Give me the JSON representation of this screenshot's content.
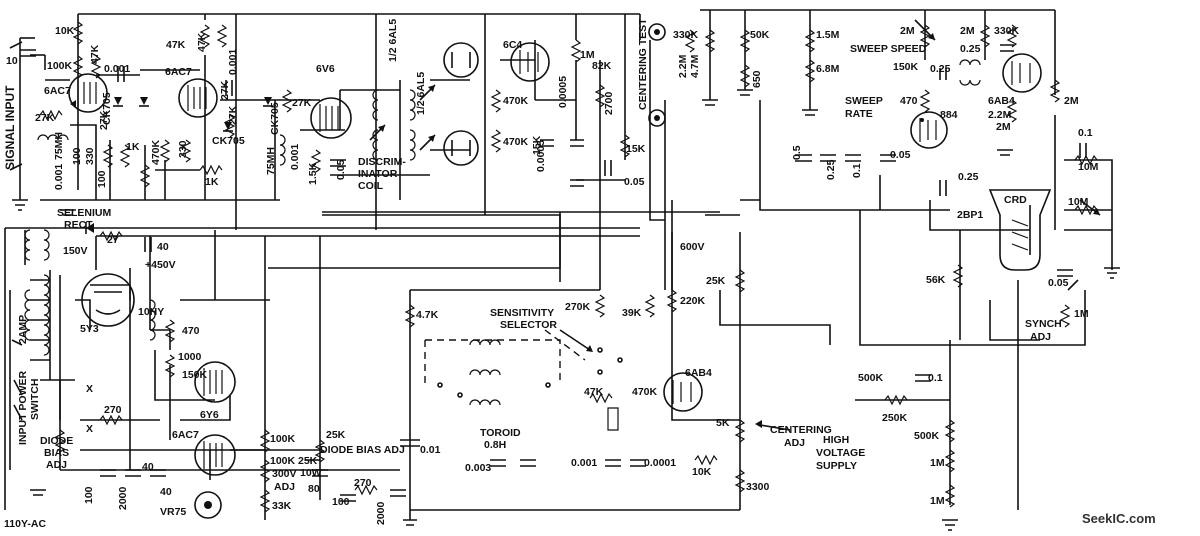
{
  "watermark": "SeekIC.com",
  "labels": {
    "signal_input": "SIGNAL INPUT",
    "v1": "6AC7",
    "v2": "6AC7",
    "v3": "6V6",
    "v4a": "1/2 6AL5",
    "v4b": "1/2 6AL5",
    "v5": "6C4",
    "v6": "884",
    "v7": "6AB4",
    "v8": "6AB4",
    "v9": "5Y3",
    "v10": "6Y6",
    "v11": "6AC7",
    "v12": "VR75",
    "ck1": "CK705",
    "ck2": "CK705",
    "ck3": "CK705",
    "discrim_1": "DISCRIM-",
    "discrim_2": "INATOR",
    "discrim_3": "COIL",
    "centering_test": "CENTERING TEST",
    "sweep_speed": "SWEEP SPEED",
    "sweep_rate_1": "SWEEP",
    "sweep_rate_2": "RATE",
    "crd": "CRD",
    "tube_2bp1": "2BP1",
    "selenium_1": "SELENIUM",
    "selenium_2": "RECT",
    "v150": "150V",
    "v450": "+450V",
    "v600": "600V",
    "sensitivity_1": "SENSITIVITY",
    "sensitivity_2": "SELECTOR",
    "toroid_1": "TOROID",
    "toroid_2": "0.8H",
    "centering_adj_1": "CENTERING",
    "centering_adj_2": "ADJ",
    "hv_1": "HIGH",
    "hv_2": "VOLTAGE",
    "hv_3": "SUPPLY",
    "synch_1": "SYNCH",
    "synch_2": "ADJ",
    "diode_bias_1": "DIODE",
    "diode_bias_2": "BIAS",
    "diode_bias_3": "ADJ",
    "diode_bias_adj_r": "DIODE BIAS ADJ",
    "input_power_1": "INPUT POWER",
    "input_power_2": "SWITCH",
    "amp2": "2AMP",
    "ac": "110Y-AC",
    "choke": "10HY",
    "v300": "300V",
    "adj": "ADJ",
    "w10": "10W",
    "r10k_a": "10K",
    "r100k_a": "100K",
    "r47k_a": "47K",
    "r27k_a": "27K",
    "r27k_b": "27K",
    "r47k_b": "47K",
    "r47k_c": "47K",
    "c0001_a": "0.001",
    "c0001_b": "0.001",
    "c10": "10",
    "r1k_a": "1K",
    "r1k_b": "1K",
    "r330_a": "330",
    "r330_b": "330",
    "r100_a": "100",
    "r100_b": "100",
    "r470k_a": "470K",
    "r27k_c": "27K",
    "r27k_d": "27K",
    "c75mh_a": "75MH",
    "c75mh_b": "75MH",
    "c0001_c": "0.001",
    "c0001_d": "0.001",
    "r15k_a": "1.5K",
    "c005_a": "0.05",
    "r1m_a": "1M",
    "r82k": "82K",
    "r2700": "2700",
    "c00005_a": "0.0005",
    "c00005_b": "0.0005",
    "r470k_b": "470K",
    "r470k_c": "470K",
    "r15k_b": "15K",
    "r15k_c": "15K",
    "c005_b": "0.05",
    "r330k_a": "330K",
    "r22m": "2.2M",
    "r47m": "4.7M",
    "r50k": "50K",
    "r650": "650",
    "r15m": "1.5M",
    "r68m": "6.8M",
    "r2m_a": "2M",
    "r2m_b": "2M",
    "r330k_b": "330K",
    "c025_a": "0.25",
    "r150k_a": "150K",
    "c025_b": "0.25",
    "r470_a": "470",
    "r22m_b": "2.2M",
    "r2m_c": "2M",
    "c05": "0.5",
    "c025_c": "0.25",
    "c01_a": "0.1",
    "c005_c": "0.05",
    "c025_d": "0.25",
    "c01_b": "0.1",
    "r10m_a": "10M",
    "r10m_b": "10M",
    "r56k": "56K",
    "c005_d": "0.05",
    "r1m_b": "1M",
    "r500k_a": "500K",
    "c01_c": "0.1",
    "r250k": "250K",
    "r500k_b": "500K",
    "r1m_c": "1M",
    "r1m_d": "1M",
    "r27_s": "27",
    "c40_a": "40",
    "r47k_s": "4.7K",
    "c001_s": "0.01",
    "c0003": "0.003",
    "c0001_s": "0.001",
    "c00001": "0.0001",
    "r270k": "270K",
    "r39k": "39K",
    "r47k_sel": "47K",
    "r470k_sel": "470K",
    "r220k": "220K",
    "r25k_a": "25K",
    "r5k": "5K",
    "r10k_b": "10K",
    "r3300": "3300",
    "r470_b": "470",
    "r1000": "1000",
    "r150k_b": "150K",
    "r270": "270",
    "r100k_b": "100K",
    "r100k_c": "100K",
    "r33k": "33K",
    "r25k_b": "25K",
    "r25k_c": "25K",
    "c80": "80",
    "c100_a": "100",
    "r270_b": "270",
    "c2000_a": "2000",
    "c40_b": "40",
    "c40_c": "40",
    "c2000_b": "2000",
    "c100_b": "100",
    "x1": "X",
    "x2": "X"
  }
}
